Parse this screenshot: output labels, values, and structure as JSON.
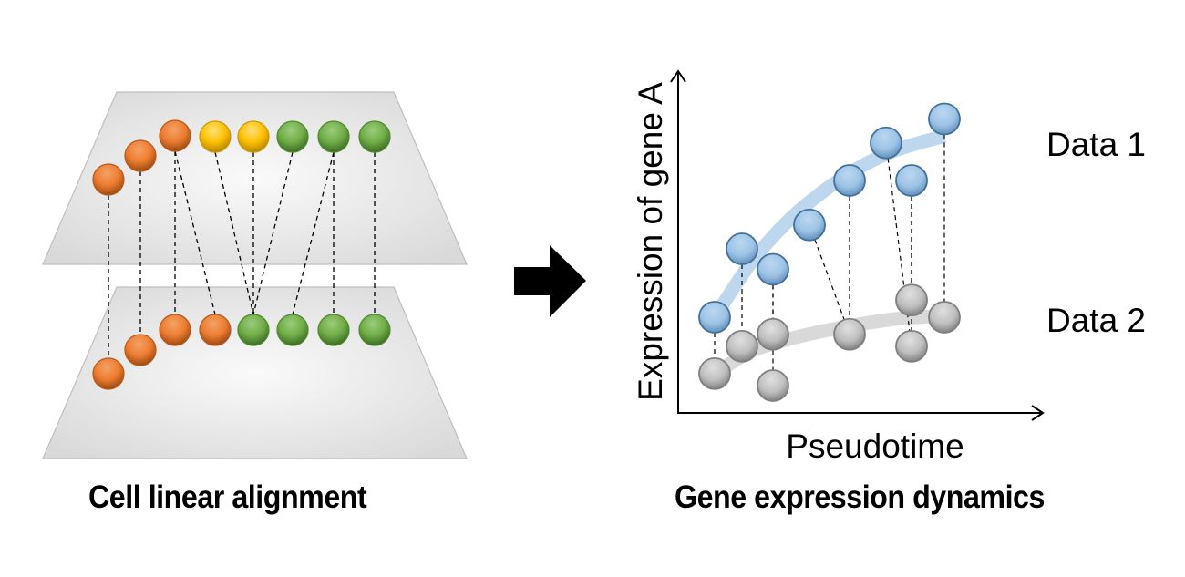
{
  "left_panel": {
    "caption": "Cell linear alignment",
    "colors": {
      "orange": "#ed7d31",
      "yellow": "#ffc000",
      "green": "#70ad47",
      "plane": "#e6e6e6",
      "plane_edge": "#bfbfbf",
      "connector": "#000000"
    },
    "top_plane_cells": [
      "orange",
      "orange",
      "orange",
      "yellow",
      "yellow",
      "green",
      "green",
      "green"
    ],
    "bottom_plane_cells": [
      "orange",
      "orange",
      "orange",
      "orange",
      "green",
      "green",
      "green",
      "green"
    ],
    "alignment_links": [
      [
        0,
        0
      ],
      [
        1,
        1
      ],
      [
        2,
        2
      ],
      [
        2,
        3
      ],
      [
        3,
        4
      ],
      [
        4,
        4
      ],
      [
        5,
        4
      ],
      [
        6,
        5
      ],
      [
        6,
        6
      ],
      [
        7,
        7
      ]
    ]
  },
  "transition_arrow": {
    "icon": "right-arrow-icon",
    "color": "#000000"
  },
  "right_panel": {
    "caption": "Gene expression dynamics",
    "xlabel": "Pseudotime",
    "ylabel": "Expression of gene A",
    "series": [
      {
        "name": "Data 1",
        "label": "Data 1",
        "point_color": "#9dc3e6",
        "point_edge": "#41719c",
        "trend_color": "#bdd7ee"
      },
      {
        "name": "Data 2",
        "label": "Data 2",
        "point_color": "#bfbfbf",
        "point_edge": "#7f7f7f",
        "trend_color": "#d9d9d9"
      }
    ]
  },
  "chart_data": {
    "type": "scatter",
    "title": "",
    "xlabel": "Pseudotime",
    "ylabel": "Expression of gene A",
    "xlim": [
      0,
      10
    ],
    "ylim": [
      0,
      10
    ],
    "grid": false,
    "ticks": "none",
    "legend": "right (inline labels)",
    "series": [
      {
        "name": "Data 1",
        "points": [
          [
            1.0,
            2.8
          ],
          [
            1.75,
            4.8
          ],
          [
            2.6,
            4.2
          ],
          [
            3.6,
            5.5
          ],
          [
            4.7,
            6.8
          ],
          [
            5.7,
            7.9
          ],
          [
            6.4,
            6.8
          ],
          [
            7.3,
            8.6
          ]
        ],
        "trend": [
          [
            1.0,
            2.8
          ],
          [
            2.0,
            4.4
          ],
          [
            3.0,
            5.6
          ],
          [
            4.0,
            6.5
          ],
          [
            5.0,
            7.2
          ],
          [
            6.0,
            7.7
          ],
          [
            7.3,
            8.1
          ]
        ]
      },
      {
        "name": "Data 2",
        "points": [
          [
            1.0,
            1.15
          ],
          [
            1.75,
            1.95
          ],
          [
            2.6,
            2.3
          ],
          [
            2.6,
            0.8
          ],
          [
            4.7,
            2.3
          ],
          [
            6.4,
            3.3
          ],
          [
            6.4,
            1.95
          ],
          [
            7.3,
            2.8
          ]
        ],
        "trend": [
          [
            1.0,
            1.15
          ],
          [
            2.0,
            1.8
          ],
          [
            3.0,
            2.15
          ],
          [
            4.0,
            2.4
          ],
          [
            5.0,
            2.6
          ],
          [
            6.0,
            2.75
          ],
          [
            7.3,
            2.85
          ]
        ]
      }
    ],
    "alignment_links": [
      [
        0,
        0
      ],
      [
        1,
        1
      ],
      [
        2,
        2
      ],
      [
        2,
        3
      ],
      [
        3,
        4
      ],
      [
        4,
        4
      ],
      [
        5,
        6
      ],
      [
        6,
        5
      ],
      [
        6,
        6
      ],
      [
        7,
        7
      ]
    ]
  }
}
